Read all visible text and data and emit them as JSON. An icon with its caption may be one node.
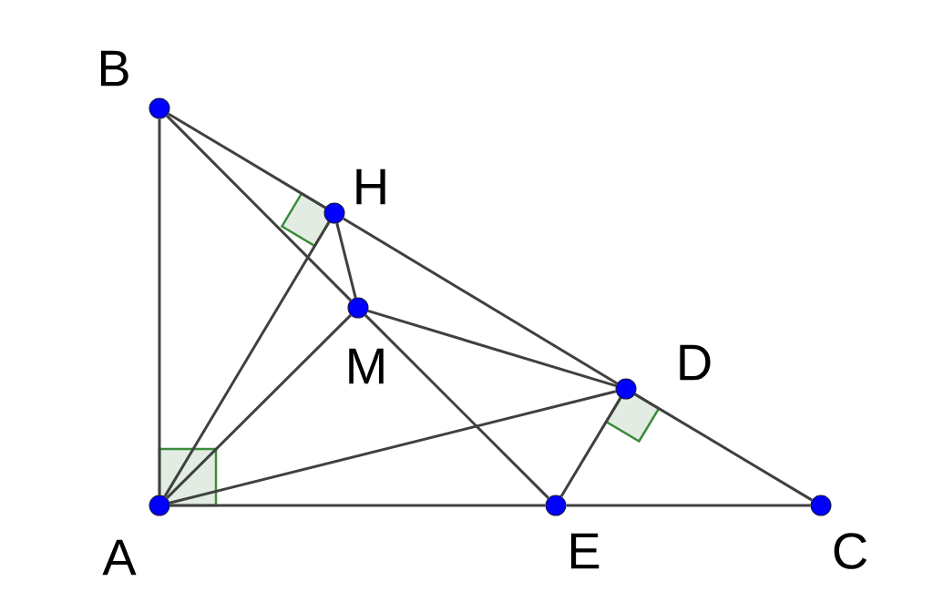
{
  "diagram": {
    "nodes": [
      {
        "text": [],
        "shape": "circle",
        "beside": [
          "B"
        ]
      },
      {
        "text": [],
        "shape": "circle",
        "beside": [
          "H"
        ]
      },
      {
        "text": [],
        "shape": "circle",
        "beside": [
          "M"
        ]
      },
      {
        "text": [],
        "shape": "circle",
        "beside": [
          "D"
        ]
      },
      {
        "text": [],
        "shape": "circle",
        "beside": [
          "A"
        ]
      },
      {
        "text": [],
        "shape": "circle",
        "beside": [
          "E"
        ]
      },
      {
        "text": [],
        "shape": "circle",
        "beside": [
          "C"
        ]
      }
    ],
    "edges": [
      {
        "from": 4,
        "to": 0,
        "arrow": "none"
      },
      {
        "from": 0,
        "to": 1,
        "arrow": "none"
      },
      {
        "from": 1,
        "to": 3,
        "arrow": "none"
      },
      {
        "from": 3,
        "to": 6,
        "arrow": "none"
      },
      {
        "from": 4,
        "to": 5,
        "arrow": "none"
      },
      {
        "from": 5,
        "to": 6,
        "arrow": "none"
      },
      {
        "from": 0,
        "to": 2,
        "arrow": "none"
      },
      {
        "from": 2,
        "to": 5,
        "arrow": "none"
      },
      {
        "from": 4,
        "to": 1,
        "arrow": "none"
      },
      {
        "from": 1,
        "to": 2,
        "arrow": "none"
      },
      {
        "from": 4,
        "to": 2,
        "arrow": "none"
      },
      {
        "from": 2,
        "to": 3,
        "arrow": "none"
      },
      {
        "from": 4,
        "to": 3,
        "arrow": "none"
      },
      {
        "from": 3,
        "to": 5,
        "arrow": "none"
      }
    ]
  }
}
